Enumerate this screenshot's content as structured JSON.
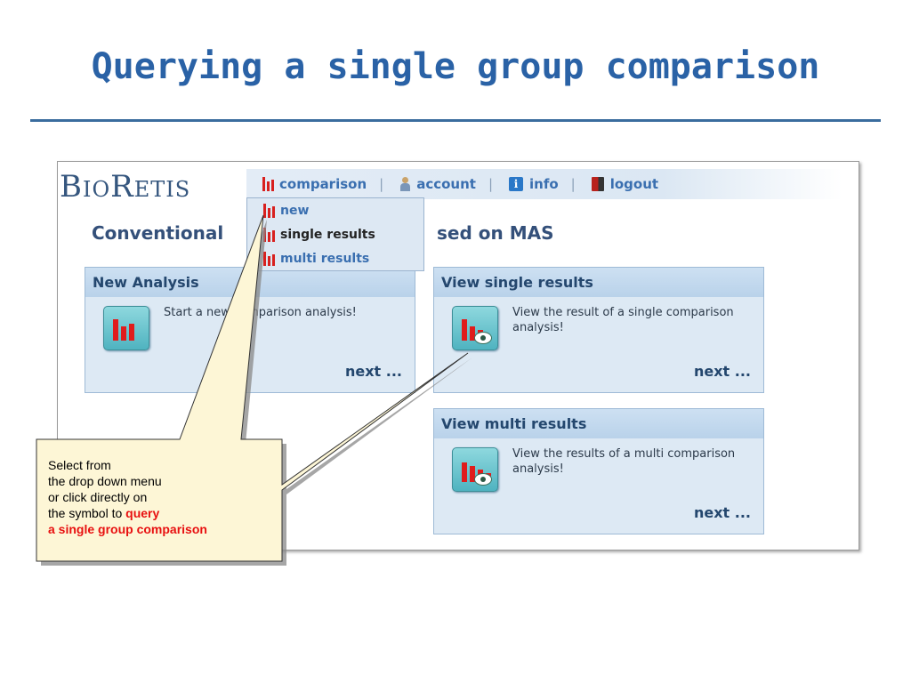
{
  "slide": {
    "title": "Querying a single group comparison"
  },
  "app": {
    "logo": {
      "b": "B",
      "io": "IO",
      "r": "R",
      "etis": "ETIS"
    },
    "nav": {
      "comparison": "comparison",
      "account": "account",
      "info": "info",
      "logout": "logout",
      "separator": "|"
    },
    "dropdown": [
      "new",
      "single results",
      "multi results"
    ],
    "heading": {
      "start": "Conventional",
      "end": "sed on MAS"
    },
    "cards": {
      "new_analysis": {
        "title": "New Analysis",
        "desc": "Start a new comparison analysis!",
        "next": "next ..."
      },
      "single": {
        "title": "View single results",
        "desc": "View the result of a single comparison analysis!",
        "next": "next ..."
      },
      "multi": {
        "title": "View multi results",
        "desc": "View the results of a multi comparison analysis!",
        "next": "next ..."
      }
    }
  },
  "callout": {
    "line1": "Select from",
    "line2": "the drop down menu",
    "line3": "or click directly on",
    "line4": "the symbol to",
    "highlight1": "query",
    "highlight2": "a single group comparison"
  },
  "colors": {
    "title": "#2a62a6",
    "highlight": "#e81010",
    "icon_bars": "#d8201e",
    "callout_fill": "#fdf6d6"
  }
}
